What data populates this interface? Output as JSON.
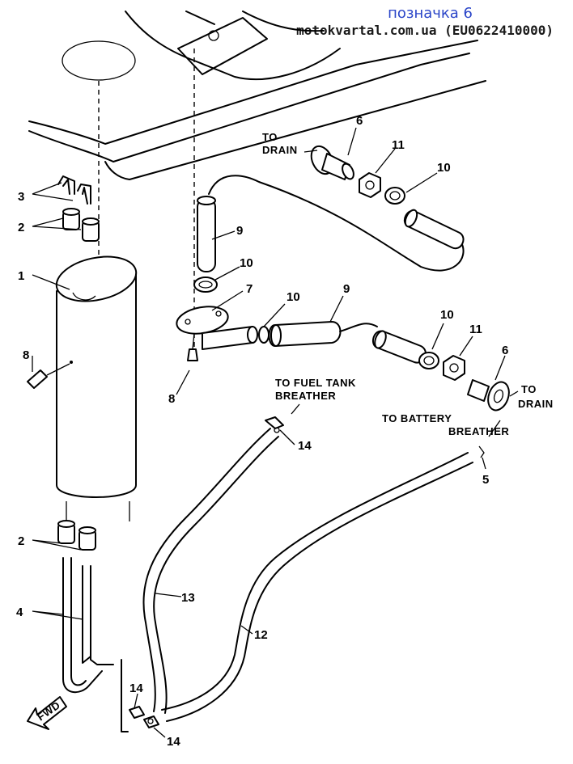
{
  "header": {
    "title": "позначка 6",
    "subtitle": "motokvartal.com.ua (EU0622410000)"
  },
  "diagram": {
    "callouts": {
      "c1": "1",
      "c2a": "2",
      "c2b": "2",
      "c3": "3",
      "c4": "4",
      "c5": "5",
      "c6a": "6",
      "c6b": "6",
      "c7": "7",
      "c8a": "8",
      "c8b": "8",
      "c9a": "9",
      "c9b": "9",
      "c10a": "10",
      "c10b": "10",
      "c10c": "10",
      "c10d": "10",
      "c11a": "11",
      "c11b": "11",
      "c12": "12",
      "c13": "13",
      "c14a": "14",
      "c14b": "14",
      "c14c": "14"
    },
    "notes": {
      "to_drain_1_a": "TO",
      "to_drain_1_b": "DRAIN",
      "to_drain_2_a": "TO",
      "to_drain_2_b": "DRAIN",
      "fuel_tank_a": "TO FUEL TANK",
      "fuel_tank_b": "BREATHER",
      "battery_a": "TO BATTERY",
      "battery_b": "BREATHER",
      "fwd": "FWD"
    }
  }
}
